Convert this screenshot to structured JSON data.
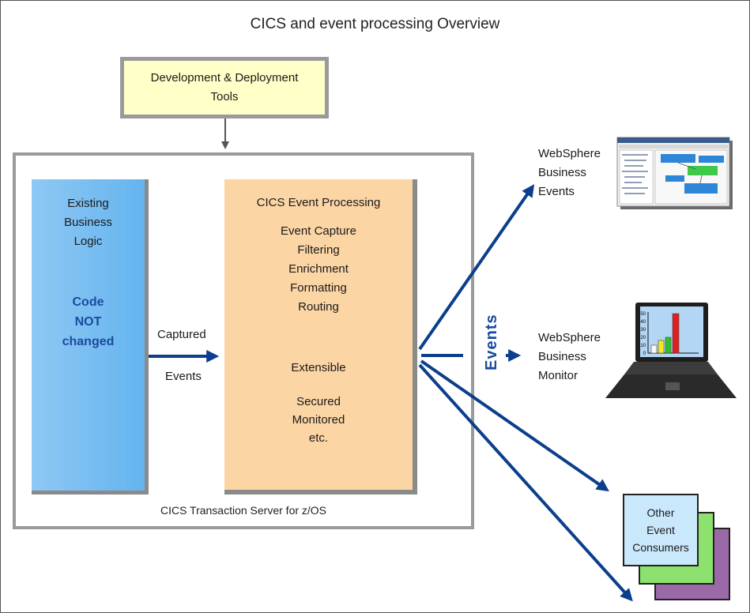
{
  "title": "CICS and event processing Overview",
  "dev_tools": {
    "line1": "Development & Deployment",
    "line2": "Tools"
  },
  "server": {
    "label": "CICS Transaction Server for z/OS"
  },
  "business_logic": {
    "lines": [
      "Existing",
      "Business",
      "Logic"
    ],
    "code_lines": [
      "Code",
      "NOT",
      "changed"
    ]
  },
  "captured_events": {
    "line1": "Captured",
    "line2": "Events"
  },
  "event_processing": {
    "title": "CICS Event Processing",
    "features": [
      "Event Capture",
      "Filtering",
      "Enrichment",
      "Formatting",
      "Routing"
    ],
    "extensible": "Extensible",
    "secured": [
      "Secured",
      "Monitored",
      "etc."
    ]
  },
  "events_label": "Events",
  "targets": {
    "business_events": [
      "WebSphere",
      "Business",
      "Events"
    ],
    "business_monitor": [
      "WebSphere",
      "Business",
      "Monitor"
    ],
    "other_consumers": [
      "Other",
      "Event",
      "Consumers"
    ]
  },
  "monitor_chart": {
    "ticks": [
      "50",
      "40",
      "30",
      "20",
      "10",
      "0"
    ]
  },
  "colors": {
    "arrow": "#0b3f8c",
    "dev_tools_fill": "#ffffc8",
    "logic_fill": "#74bcf1",
    "processing_fill": "#fcd5a5",
    "consumer_front": "#cae8fb",
    "consumer_middle": "#8ce16f",
    "consumer_back": "#9b68a8"
  }
}
